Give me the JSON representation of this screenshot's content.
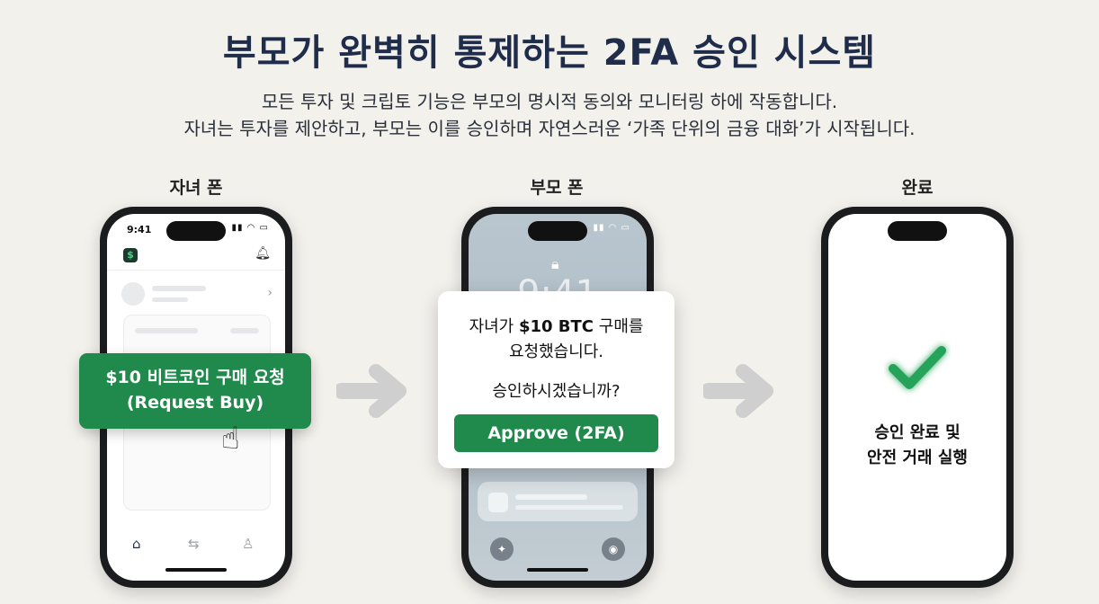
{
  "title": "부모가 완벽히 통제하는 2FA 승인 시스템",
  "subtitle": {
    "line1": "모든 투자 및 크립토 기능은 부모의 명시적 동의와 모니터링 하에 작동합니다.",
    "line2": "자녀는 투자를 제안하고, 부모는 이를 승인하며 자연스러운 ‘가족 단위의 금융 대화’가 시작됩니다."
  },
  "columns": {
    "child": {
      "label": "자녀 폰"
    },
    "parent": {
      "label": "부모 폰"
    },
    "done": {
      "label": "완료"
    }
  },
  "child_phone": {
    "status_time": "9:41",
    "app_logo": "$",
    "request_button_line1": "$10 비트코인 구매 요청",
    "request_button_line2": "(Request Buy)"
  },
  "parent_phone": {
    "lock_time": "9:41",
    "dialog_line1_prefix": "자녀가 ",
    "dialog_amount": "$10 BTC",
    "dialog_line1_suffix": " 구매를",
    "dialog_line2": "요청했습니다.",
    "dialog_question": "승인하시겠습니까?",
    "approve_label": "Approve (2FA)"
  },
  "done_phone": {
    "line1": "승인 완료 및",
    "line2": "안전 거래 실행"
  },
  "colors": {
    "accent_green": "#1f8a4c",
    "title_navy": "#1f2d4a",
    "background": "#f3f1ec"
  }
}
